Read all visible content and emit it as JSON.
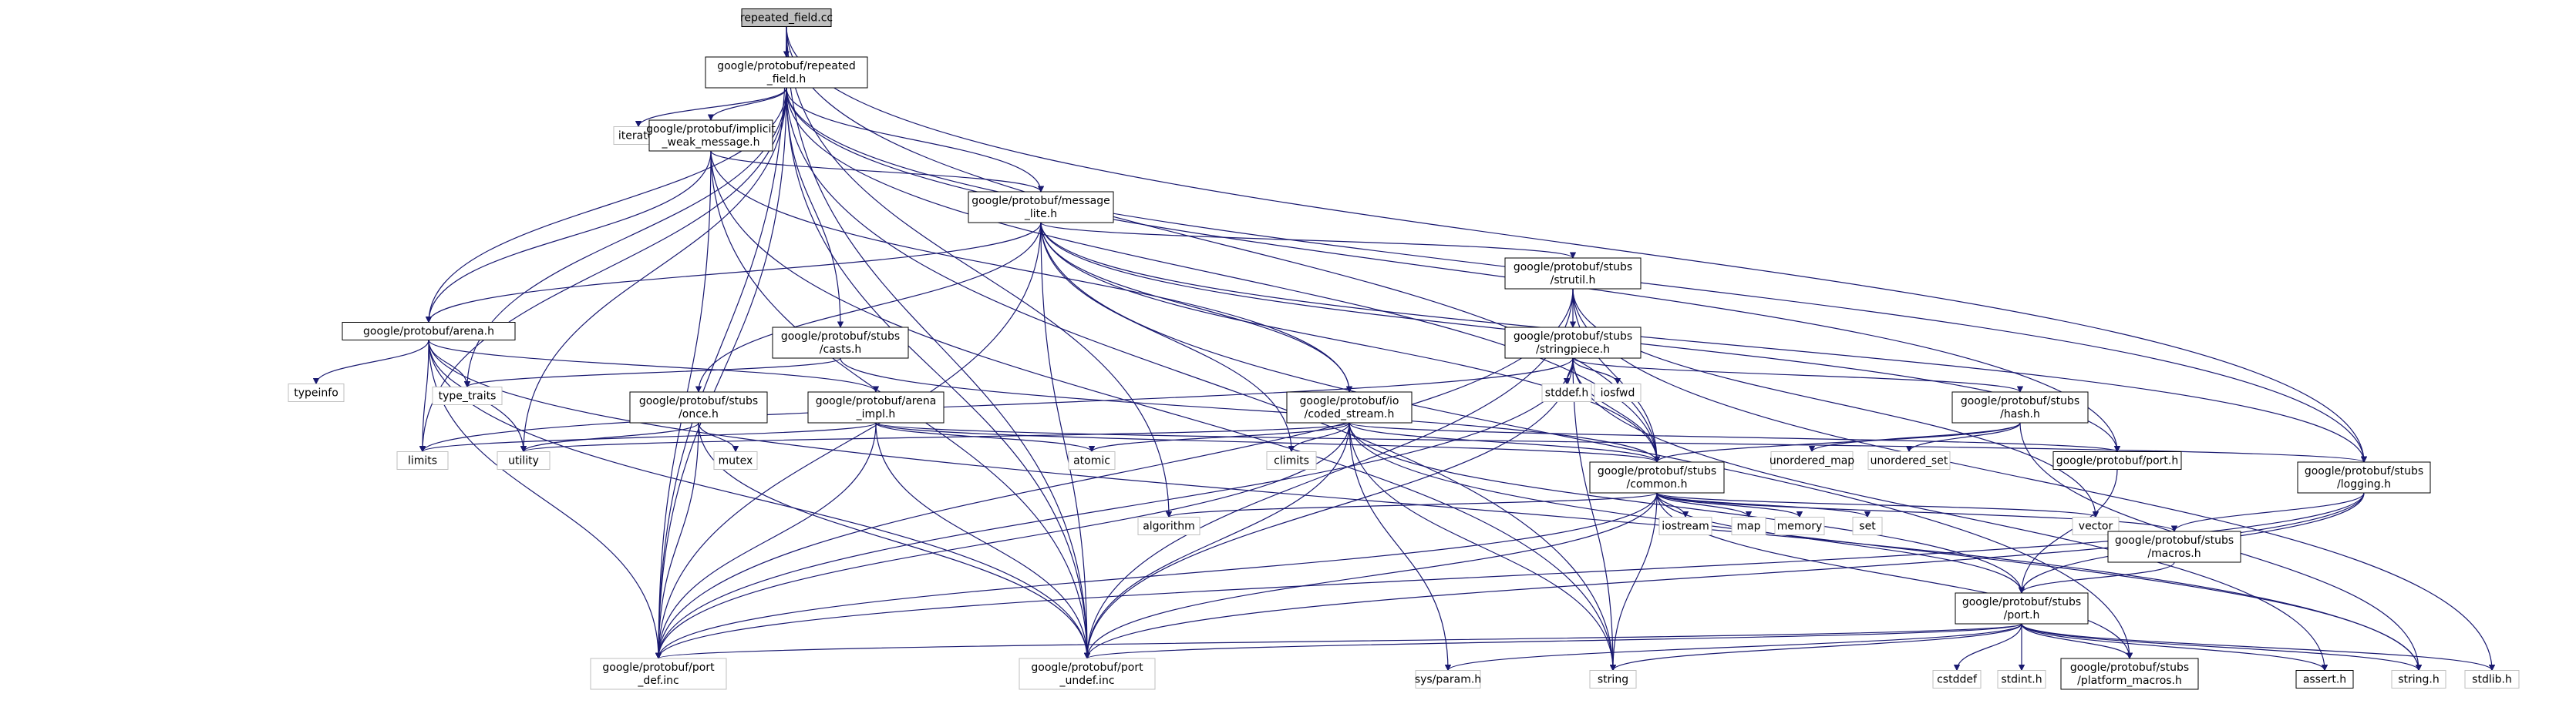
{
  "graph_title": "repeated_field.cc",
  "colors": {
    "edge": "#191970",
    "node_border": "#000000",
    "system_border": "#bfbfbf",
    "root_fill": "#bfbfbf",
    "background": "#ffffff"
  },
  "nodes": [
    {
      "id": "root",
      "lines": [
        "repeated_field.cc"
      ]
    },
    {
      "id": "repeated_field_h",
      "lines": [
        "google/protobuf/repeated",
        "_field.h"
      ]
    },
    {
      "id": "iterator",
      "lines": [
        "iterator"
      ]
    },
    {
      "id": "implicit_weak",
      "lines": [
        "google/protobuf/implicit",
        "_weak_message.h"
      ]
    },
    {
      "id": "message_lite",
      "lines": [
        "google/protobuf/message",
        "_lite.h"
      ]
    },
    {
      "id": "strutil",
      "lines": [
        "google/protobuf/stubs",
        "/strutil.h"
      ]
    },
    {
      "id": "arena_h",
      "lines": [
        "google/protobuf/arena.h"
      ]
    },
    {
      "id": "casts",
      "lines": [
        "google/protobuf/stubs",
        "/casts.h"
      ]
    },
    {
      "id": "stringpiece",
      "lines": [
        "google/protobuf/stubs",
        "/stringpiece.h"
      ]
    },
    {
      "id": "typeinfo",
      "lines": [
        "typeinfo"
      ]
    },
    {
      "id": "type_traits",
      "lines": [
        "type_traits"
      ]
    },
    {
      "id": "once",
      "lines": [
        "google/protobuf/stubs",
        "/once.h"
      ]
    },
    {
      "id": "arena_impl",
      "lines": [
        "google/protobuf/arena",
        "_impl.h"
      ]
    },
    {
      "id": "coded_stream",
      "lines": [
        "google/protobuf/io",
        "/coded_stream.h"
      ]
    },
    {
      "id": "stddef",
      "lines": [
        "stddef.h"
      ]
    },
    {
      "id": "iosfwd",
      "lines": [
        "iosfwd"
      ]
    },
    {
      "id": "hash",
      "lines": [
        "google/protobuf/stubs",
        "/hash.h"
      ]
    },
    {
      "id": "limits",
      "lines": [
        "limits"
      ]
    },
    {
      "id": "utility",
      "lines": [
        "utility"
      ]
    },
    {
      "id": "mutex",
      "lines": [
        "mutex"
      ]
    },
    {
      "id": "atomic",
      "lines": [
        "atomic"
      ]
    },
    {
      "id": "climits",
      "lines": [
        "climits"
      ]
    },
    {
      "id": "common",
      "lines": [
        "google/protobuf/stubs",
        "/common.h"
      ]
    },
    {
      "id": "unordered_map",
      "lines": [
        "unordered_map"
      ]
    },
    {
      "id": "unordered_set",
      "lines": [
        "unordered_set"
      ]
    },
    {
      "id": "port_h",
      "lines": [
        "google/protobuf/port.h"
      ]
    },
    {
      "id": "logging",
      "lines": [
        "google/protobuf/stubs",
        "/logging.h"
      ]
    },
    {
      "id": "algorithm",
      "lines": [
        "algorithm"
      ]
    },
    {
      "id": "iostream",
      "lines": [
        "iostream"
      ]
    },
    {
      "id": "map",
      "lines": [
        "map"
      ]
    },
    {
      "id": "memory",
      "lines": [
        "memory"
      ]
    },
    {
      "id": "set",
      "lines": [
        "set"
      ]
    },
    {
      "id": "vector",
      "lines": [
        "vector"
      ]
    },
    {
      "id": "macros",
      "lines": [
        "google/protobuf/stubs",
        "/macros.h"
      ]
    },
    {
      "id": "stubs_port",
      "lines": [
        "google/protobuf/stubs",
        "/port.h"
      ]
    },
    {
      "id": "port_def",
      "lines": [
        "google/protobuf/port",
        "_def.inc"
      ]
    },
    {
      "id": "port_undef",
      "lines": [
        "google/protobuf/port",
        "_undef.inc"
      ]
    },
    {
      "id": "sys_param",
      "lines": [
        "sys/param.h"
      ]
    },
    {
      "id": "string",
      "lines": [
        "string"
      ]
    },
    {
      "id": "cstddef",
      "lines": [
        "cstddef"
      ]
    },
    {
      "id": "stdint",
      "lines": [
        "stdint.h"
      ]
    },
    {
      "id": "platform_macros",
      "lines": [
        "google/protobuf/stubs",
        "/platform_macros.h"
      ]
    },
    {
      "id": "assert",
      "lines": [
        "assert.h"
      ]
    },
    {
      "id": "string_h",
      "lines": [
        "string.h"
      ]
    },
    {
      "id": "stdlib",
      "lines": [
        "stdlib.h"
      ]
    }
  ]
}
